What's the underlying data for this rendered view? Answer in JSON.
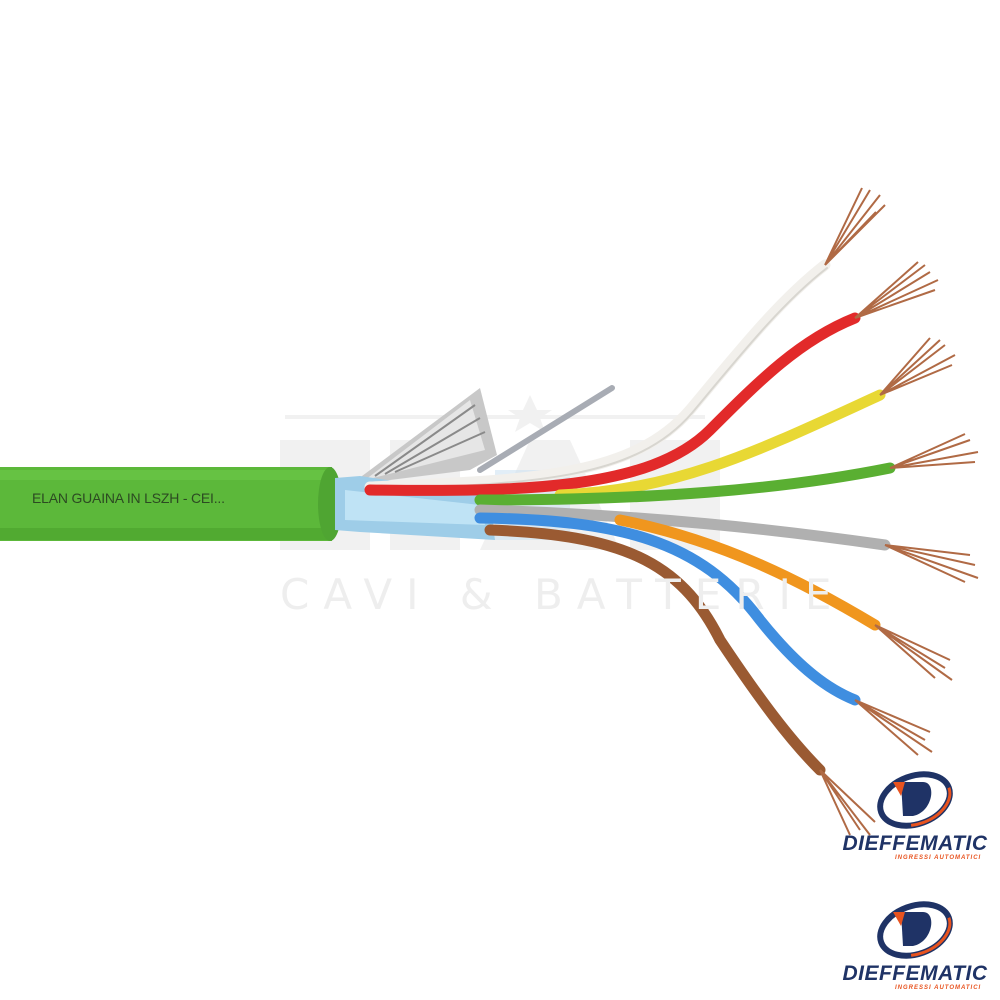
{
  "image": {
    "subject": "multicore-shielded-cable",
    "cable_text": "ELAN GUAINA IN LSZH - CEI...",
    "watermark": {
      "logo": "ELAN",
      "text": "CAVI & BATTERIE"
    },
    "logos": [
      {
        "brand": "DIEFFEMATIC",
        "tagline": "INGRESSI AUTOMATICI"
      },
      {
        "brand": "DIEFFEMATIC",
        "tagline": "INGRESSI AUTOMATICI"
      }
    ],
    "colors": {
      "sheath": "#5cb83a",
      "wires": [
        "#f2f0ec",
        "#e22a2a",
        "#e8d834",
        "#5aaf32",
        "#b0b0b0",
        "#f0961e",
        "#3f8ee0",
        "#9a5a32"
      ],
      "copper": "#b06a45",
      "logo_blue": "#1f3366",
      "logo_orange": "#e8531f"
    }
  }
}
